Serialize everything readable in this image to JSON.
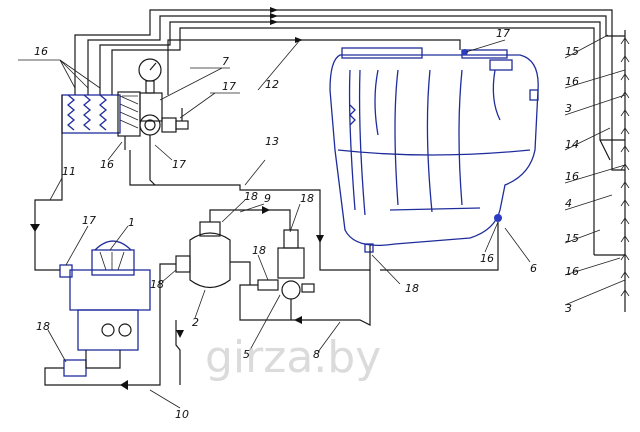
{
  "labels": {
    "l16a": "16",
    "l7": "7",
    "l17a": "17",
    "l17b": "17",
    "l12": "12",
    "l15a": "15",
    "l16b": "16",
    "l3a": "3",
    "l13": "13",
    "l16c": "16",
    "l17c": "17",
    "l14": "14",
    "l11": "11",
    "l16d": "16",
    "l4": "4",
    "l1": "1",
    "l17d": "17",
    "l18a": "18",
    "l9": "9",
    "l18b": "18",
    "l15b": "15",
    "l18c": "18",
    "l16e": "16",
    "l6": "6",
    "l16f": "16",
    "l18d": "18",
    "l2": "2",
    "l3b": "3",
    "l18e": "18",
    "l18f": "18",
    "l5": "5",
    "l8": "8",
    "l10": "10"
  },
  "watermark": "girza.by",
  "colors": {
    "line": "#1a1a1a",
    "tank": "#1f2d9c"
  }
}
